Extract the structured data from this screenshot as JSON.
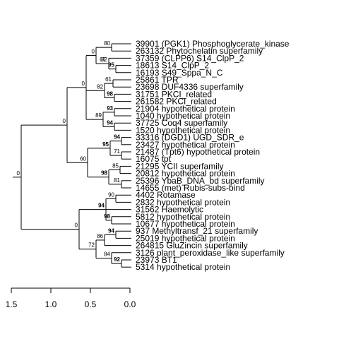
{
  "chart_data": {
    "type": "phylogenetic-tree",
    "axis": {
      "ticks": [
        "1.5",
        "1.0",
        "0.5",
        "0.0"
      ],
      "tick_values": [
        1.5,
        1.0,
        0.5,
        0.0
      ]
    },
    "leaves": [
      "39901 (PGK1) Phosphoglycerate_kinase",
      "263132 Phytochelatin superfamily",
      "37359 (CLPP6) S14_ClpP_2",
      "18613 S14_ClpP_2",
      "16193 S49_Sppa_N_C",
      "25861 TPR",
      "23698 DUF4336 superfamily",
      "31751 PKCI_related",
      "261582 PKCI_related",
      "21904 hypothetical protein",
      "1040 hypothetical protein",
      "37725 Coq4 superfamily",
      "1520 hypothetical protein",
      "33316 (DGD1) UGD_SDR_e",
      "23427 hypothetical protein",
      "21487 (Tpt6) hypothetical protein",
      "16075 tpt",
      "21295 YCII superfamily",
      "20812 hypothetical protein",
      "25396 YbaB_DNA_bd superfamily",
      "14655 (met) Rubis-subs-bind",
      "4402 Rotamase",
      "2832 hypothetical protein",
      "31562 Haemolytic",
      "5812 hypothetical protein",
      "10677 hypothetical protein",
      "937 Methyltransf_21 superfamily",
      "25019 hypothetical protein",
      "264815 GluZincin superfamily",
      "3126 plant_peroxidase_like superfamily",
      "23973 BT1",
      "5314 hypothetical protein"
    ],
    "support_values": [
      "0",
      "0",
      "0",
      "0",
      "80",
      "67",
      "82",
      "95",
      "82",
      "61",
      "98",
      "93",
      "89",
      "94",
      "0",
      "94",
      "95",
      "71",
      "60",
      "85",
      "98",
      "81",
      "90",
      "94",
      "98",
      "0",
      "94",
      "86",
      "72",
      "84",
      "92"
    ]
  }
}
